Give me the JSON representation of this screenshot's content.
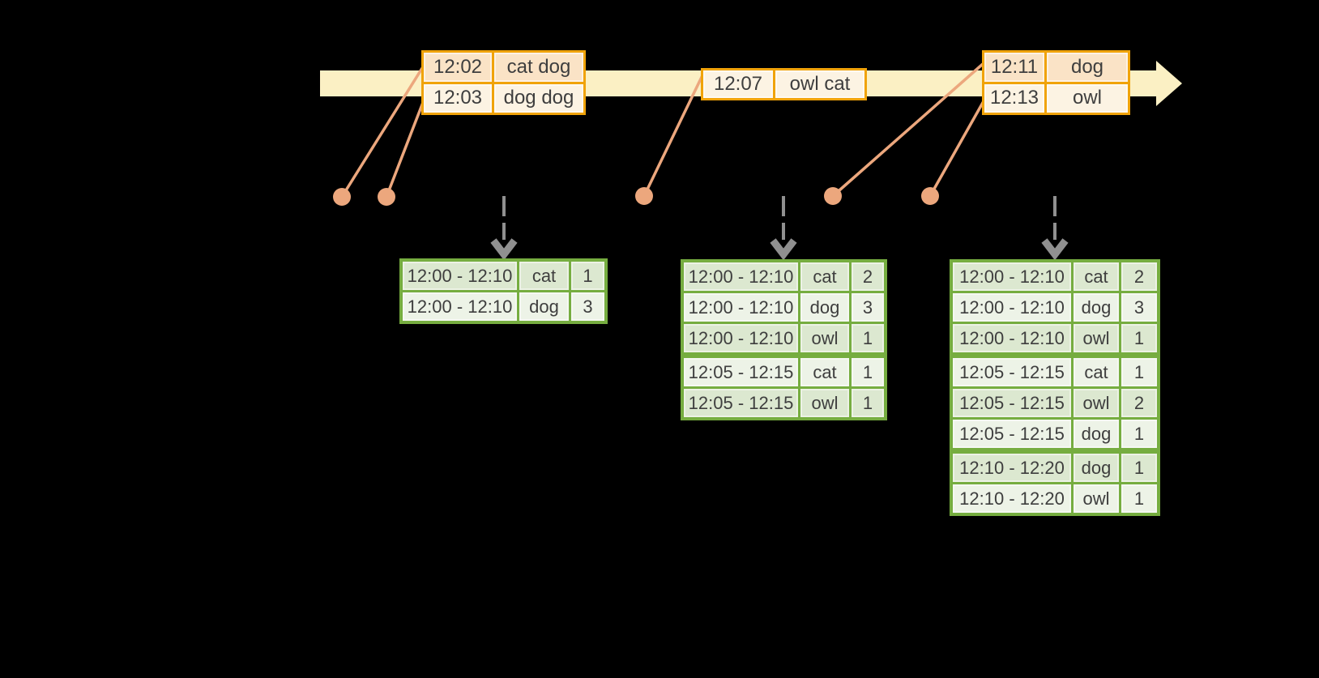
{
  "colors": {
    "background": "#000000",
    "timeline_band": "#fbf0c4",
    "event_table_border": "#f0a30a",
    "event_cell_dark": "#fae3c6",
    "event_cell_light": "#fcf3e3",
    "connector_salmon": "#eca77d",
    "trigger_arrow_gray": "#909090",
    "result_table_border": "#76ad40",
    "result_cell_dark": "#dce8d0",
    "result_cell_light": "#edf3e7",
    "text": "#3e3e3e"
  },
  "timeline": {
    "event_tables": [
      {
        "rows": [
          {
            "time": "12:02",
            "words": "cat dog"
          },
          {
            "time": "12:03",
            "words": "dog dog"
          }
        ]
      },
      {
        "rows": [
          {
            "time": "12:07",
            "words": "owl cat"
          }
        ]
      },
      {
        "rows": [
          {
            "time": "12:11",
            "words": "dog"
          },
          {
            "time": "12:13",
            "words": "owl"
          }
        ]
      }
    ]
  },
  "result_tables": [
    {
      "rows": [
        {
          "window": "12:00 - 12:10",
          "word": "cat",
          "count": "1"
        },
        {
          "window": "12:00 - 12:10",
          "word": "dog",
          "count": "3"
        }
      ]
    },
    {
      "rows": [
        {
          "window": "12:00 - 12:10",
          "word": "cat",
          "count": "2"
        },
        {
          "window": "12:00 - 12:10",
          "word": "dog",
          "count": "3"
        },
        {
          "window": "12:00 - 12:10",
          "word": "owl",
          "count": "1"
        },
        {
          "window": "12:05 - 12:15",
          "word": "cat",
          "count": "1"
        },
        {
          "window": "12:05 - 12:15",
          "word": "owl",
          "count": "1"
        }
      ]
    },
    {
      "rows": [
        {
          "window": "12:00 - 12:10",
          "word": "cat",
          "count": "2"
        },
        {
          "window": "12:00 - 12:10",
          "word": "dog",
          "count": "3"
        },
        {
          "window": "12:00 - 12:10",
          "word": "owl",
          "count": "1"
        },
        {
          "window": "12:05 - 12:15",
          "word": "cat",
          "count": "1"
        },
        {
          "window": "12:05 - 12:15",
          "word": "owl",
          "count": "2"
        },
        {
          "window": "12:05 - 12:15",
          "word": "dog",
          "count": "1"
        },
        {
          "window": "12:10 - 12:20",
          "word": "dog",
          "count": "1"
        },
        {
          "window": "12:10 - 12:20",
          "word": "owl",
          "count": "1"
        }
      ]
    }
  ]
}
